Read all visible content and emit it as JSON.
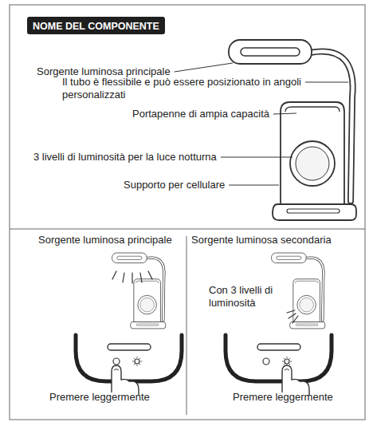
{
  "diagram": {
    "nodes": [
      {
        "text": [
          "NOME DEL COMPONENTE"
        ]
      }
    ],
    "labels": [
      "Sorgente luminosa principale",
      "Il tubo è flessibile e può essere posizionato in angoli personalizzati",
      "Portapenne di ampia capacità",
      "3 livelli di luminosità per la luce notturna",
      "Supporto per cellulare",
      "Sorgente luminosa principale",
      "Sorgente luminosa secondaria",
      "Con 3 livelli di luminosità",
      "Premere leggermente",
      "Premere leggermente"
    ]
  }
}
